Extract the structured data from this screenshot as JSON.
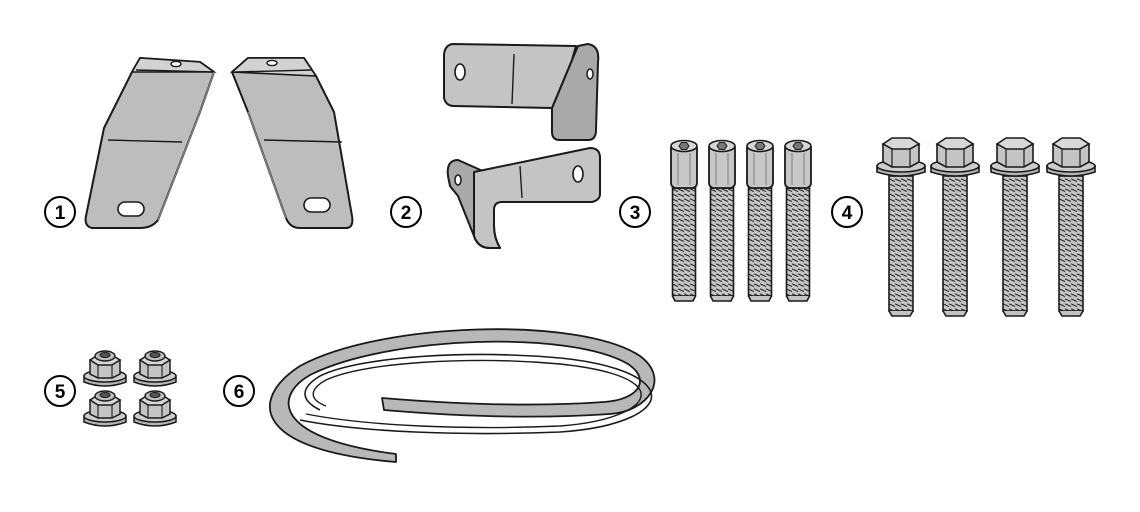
{
  "colors": {
    "part_fill": "#bdbdbd",
    "part_shade": "#9a9a9a",
    "outline": "#1a1a1a",
    "background": "#ffffff"
  },
  "callouts": [
    {
      "id": "part-1",
      "label": "1",
      "icon": "angled-bracket-pair-icon",
      "quantity": 2
    },
    {
      "id": "part-2",
      "label": "2",
      "icon": "l-bracket-pair-icon",
      "quantity": 2
    },
    {
      "id": "part-3",
      "label": "3",
      "icon": "socket-head-bolt-icon",
      "quantity": 4
    },
    {
      "id": "part-4",
      "label": "4",
      "icon": "flange-hex-bolt-icon",
      "quantity": 4
    },
    {
      "id": "part-5",
      "label": "5",
      "icon": "flange-lock-nut-icon",
      "quantity": 4
    },
    {
      "id": "part-6",
      "label": "6",
      "icon": "adhesive-strip-icon",
      "quantity": 1
    }
  ]
}
